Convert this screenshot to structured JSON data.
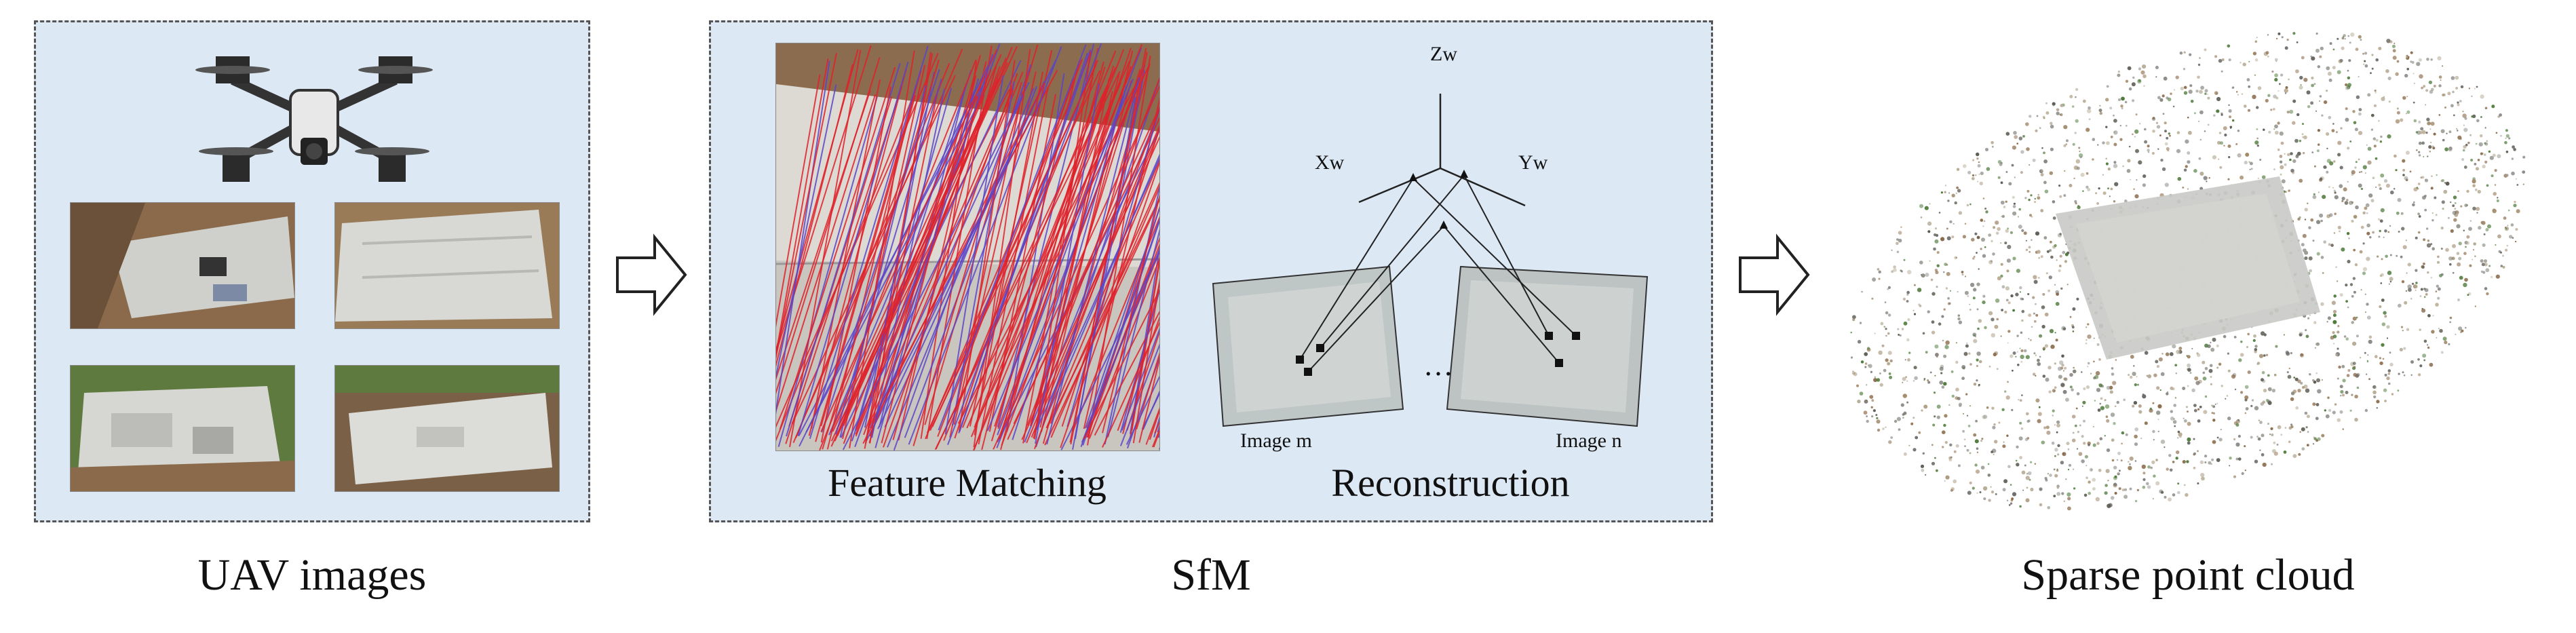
{
  "stages": {
    "uav": {
      "caption": "UAV images"
    },
    "sfm": {
      "caption": "SfM",
      "feature_label": "Feature Matching",
      "reconstruction_label": "Reconstruction",
      "axis_z": "Zw",
      "axis_x": "Xw",
      "axis_y": "Yw",
      "image_m": "Image m",
      "image_n": "Image n",
      "ellipsis": "…"
    },
    "cloud": {
      "caption": "Sparse point cloud"
    }
  },
  "colors": {
    "panel_bg": "#dde8f5",
    "match_red": "#e0212b",
    "match_blue": "#5b45c8",
    "site_soil": "#8a6a4a",
    "site_slab": "#cfd0cc",
    "vegetation": "#4e7a3a"
  },
  "icons": [
    "drone-icon",
    "arrow-right-icon"
  ]
}
